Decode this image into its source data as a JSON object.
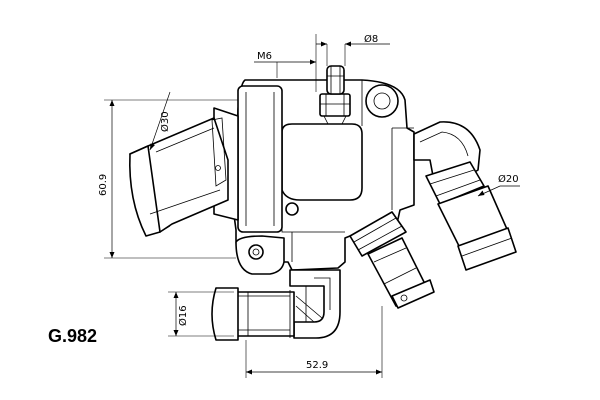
{
  "part_code": "G.982",
  "dimensions": {
    "thread": "M6",
    "pin_diameter": "Ø8",
    "inlet_diameter": "Ø30",
    "height": "60.9",
    "outlet_diameter": "Ø20",
    "small_pipe_diameter": "Ø16",
    "bottom_width": "52.9"
  }
}
